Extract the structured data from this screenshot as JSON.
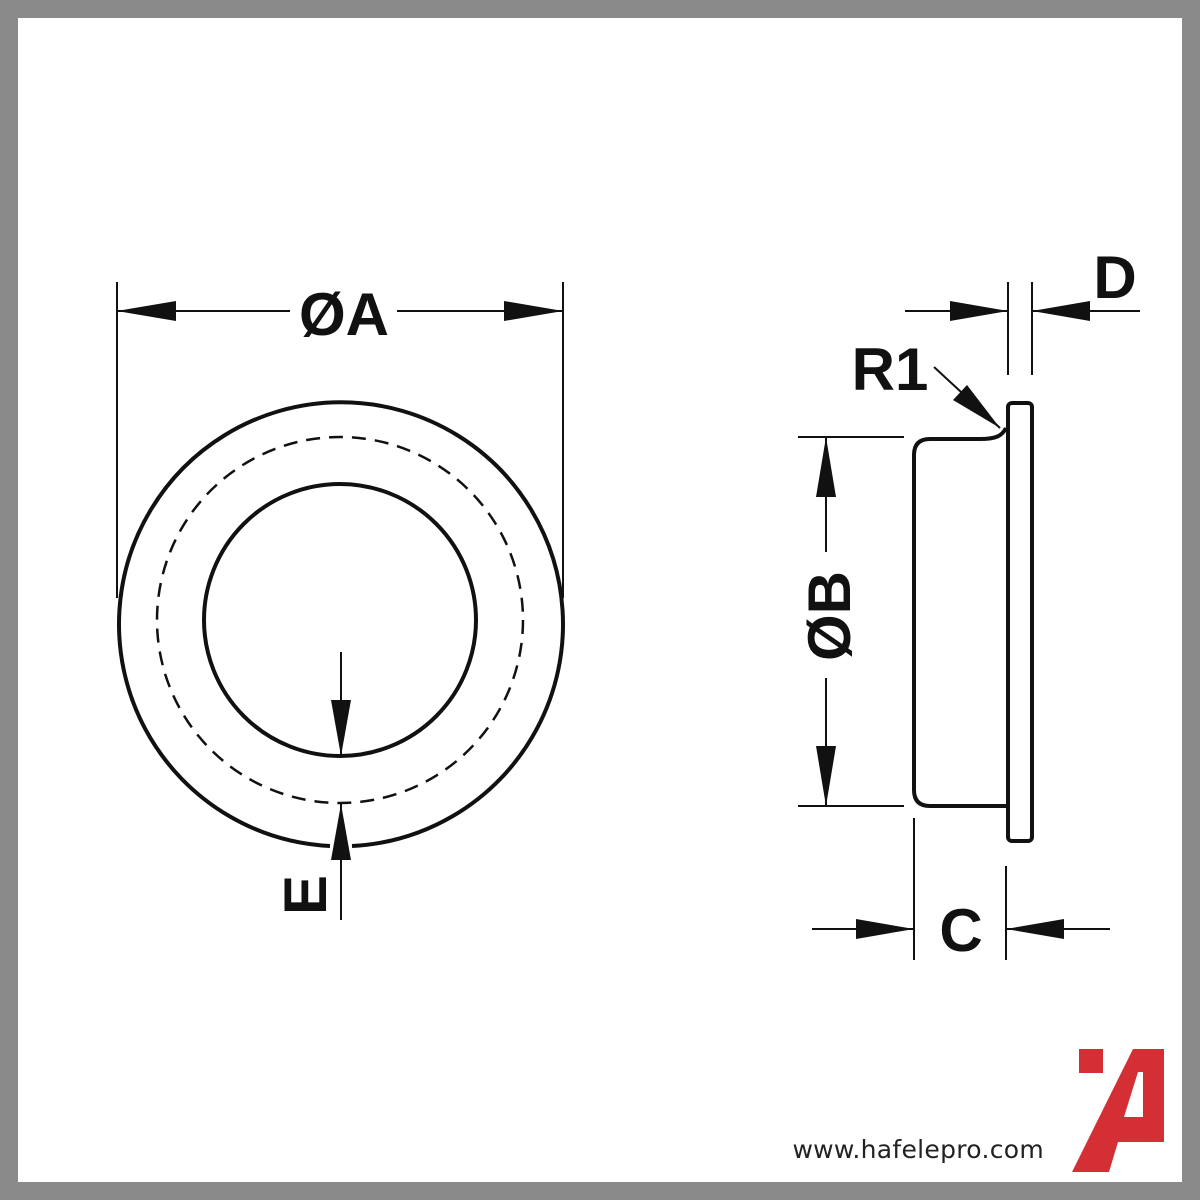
{
  "labels": {
    "dim_a": "ØA",
    "dim_b": "ØB",
    "dim_c": "C",
    "dim_d": "D",
    "dim_e": "E",
    "dim_r1": "R1"
  },
  "brand": {
    "website": "www.hafelepro.com",
    "logo_color": "#d32f35"
  },
  "colors": {
    "line": "#111111",
    "frame": "#8a8a8a",
    "background": "#ffffff"
  }
}
